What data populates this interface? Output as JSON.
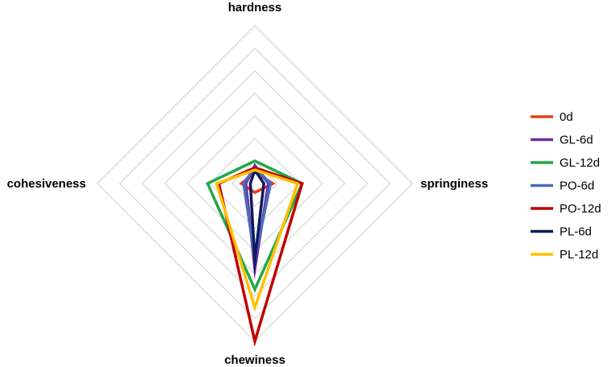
{
  "chart_data": {
    "type": "radar",
    "axes": [
      "hardness",
      "springiness",
      "chewiness",
      "cohesiveness"
    ],
    "rmax": 7,
    "rings": 7,
    "grid": true,
    "legend_position": "right",
    "series": [
      {
        "name": "0d",
        "color": "#e8401c",
        "values": [
          0.5,
          0.8,
          0.4,
          0.6
        ]
      },
      {
        "name": "GL-6d",
        "color": "#7030a0",
        "values": [
          0.8,
          0.6,
          3.8,
          0.4
        ]
      },
      {
        "name": "GL-12d",
        "color": "#22a84a",
        "values": [
          1.0,
          2.1,
          4.7,
          2.1
        ]
      },
      {
        "name": "PO-6d",
        "color": "#4a6cbf",
        "values": [
          0.7,
          0.7,
          3.3,
          0.5
        ]
      },
      {
        "name": "PO-12d",
        "color": "#c00000",
        "values": [
          0.7,
          2.1,
          7.0,
          1.6
        ]
      },
      {
        "name": "PL-6d",
        "color": "#0d1a5c",
        "values": [
          0.6,
          0.4,
          3.4,
          0.2
        ]
      },
      {
        "name": "PL-12d",
        "color": "#ffc000",
        "values": [
          0.6,
          1.9,
          5.5,
          1.7
        ]
      }
    ]
  }
}
